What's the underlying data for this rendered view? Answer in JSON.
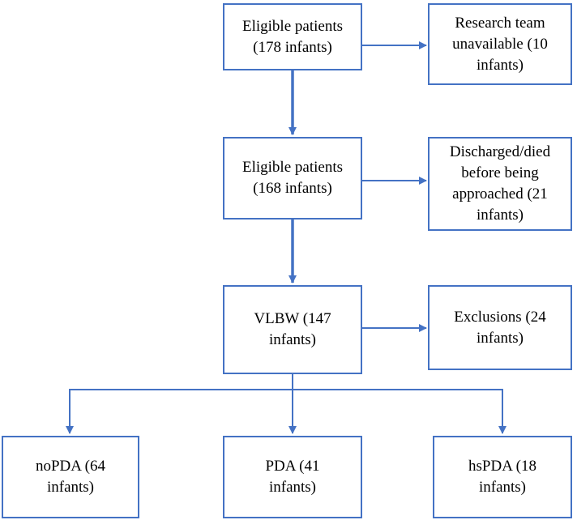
{
  "colors": {
    "border": "#4472c4",
    "arrow": "#4472c4",
    "text": "#000000",
    "background": "#ffffff"
  },
  "boxes": {
    "eligible_178": {
      "lines": [
        "Eligible patients",
        "(178 infants)"
      ]
    },
    "research_team": {
      "lines": [
        "Research team",
        "unavailable (10",
        "infants)"
      ]
    },
    "eligible_168": {
      "lines": [
        "Eligible patients",
        "(168 infants)"
      ]
    },
    "discharged": {
      "lines": [
        "Discharged/died",
        "before being",
        "approached (21",
        "infants)"
      ]
    },
    "vlbw": {
      "lines": [
        "VLBW (147",
        "infants)"
      ]
    },
    "exclusions": {
      "lines": [
        "Exclusions (24",
        "infants)"
      ]
    },
    "nopda": {
      "lines": [
        "noPDA (64",
        "infants)"
      ]
    },
    "pda": {
      "lines": [
        "PDA (41",
        "infants)"
      ]
    },
    "hspda": {
      "lines": [
        "hsPDA (18",
        "infants)"
      ]
    }
  }
}
